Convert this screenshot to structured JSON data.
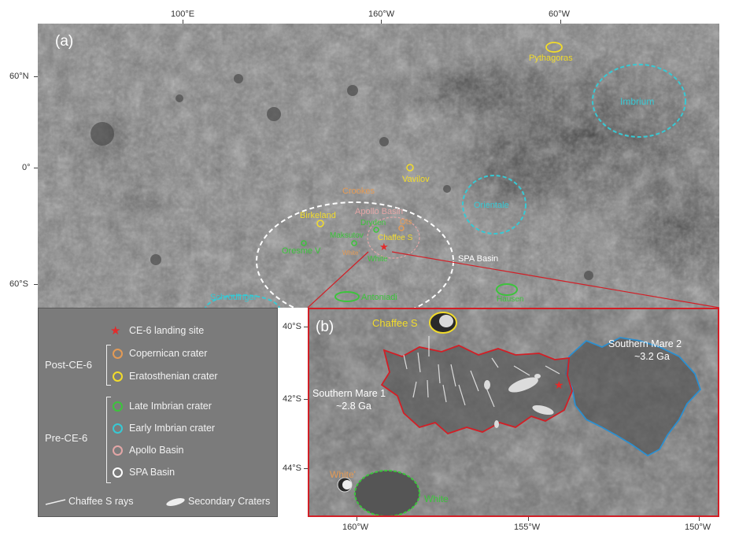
{
  "panel_a": {
    "tag": "(a)",
    "top_ticks": [
      "100°E",
      "160°W",
      "60°W"
    ],
    "left_ticks": [
      "60°N",
      "0°",
      "60°S"
    ],
    "labels": {
      "pythagoras": "Pythagoras",
      "imbrium": "Imbrium",
      "vavilov": "Vavilov",
      "crookes": "Crookes",
      "orientale": "Orientale",
      "birkeland": "Birkeland",
      "apollo_basin": "Apollo Basin",
      "dryden": "Dryden",
      "ots": "Ots",
      "maksutov": "Maksutov",
      "chaffee_s": "Chaffee S",
      "oresme_v": "Oresme V",
      "white_prime": "White'",
      "white": "White",
      "spa_basin": "SPA Basin",
      "schrodinger": "Schrödinger",
      "antoniadi": "Antoniadi",
      "hausen": "Hausen"
    }
  },
  "panel_b": {
    "tag": "(b)",
    "left_ticks": [
      "40°S",
      "42°S",
      "44°S"
    ],
    "bottom_ticks": [
      "160°W",
      "155°W",
      "150°W"
    ],
    "labels": {
      "chaffee_s": "Chaffee S",
      "mare1_name": "Southern Mare 1",
      "mare1_age": "~2.8 Ga",
      "mare2_name": "Southern Mare 2",
      "mare2_age": "~3.2 Ga",
      "white_prime": "White'",
      "white": "White"
    }
  },
  "legend": {
    "landing": "CE-6 landing site",
    "post_group": "Post-CE-6",
    "pre_group": "Pre-CE-6",
    "items": [
      {
        "label": "Copernican crater",
        "color": "#e39a55"
      },
      {
        "label": "Eratosthenian crater",
        "color": "#f2dc2a"
      },
      {
        "label": "Late Imbrian crater",
        "color": "#3cc43c"
      },
      {
        "label": "Early Imbrian crater",
        "color": "#37c9d4"
      },
      {
        "label": "Apollo Basin",
        "color": "#e3a6a6"
      },
      {
        "label": "SPA Basin",
        "color": "#ffffff"
      }
    ],
    "rays": "Chaffee S rays",
    "secondary": "Secondary Craters"
  },
  "colors": {
    "copernican": "#e39a55",
    "eratosthenian": "#f2dc2a",
    "late_imbrian": "#3cc43c",
    "early_imbrian": "#37c9d4",
    "apollo": "#e3a6a6",
    "spa": "#ffffff",
    "landing": "#e22b2b",
    "mare1_outline": "#d21f26",
    "mare2_outline": "#2b8fd0"
  }
}
